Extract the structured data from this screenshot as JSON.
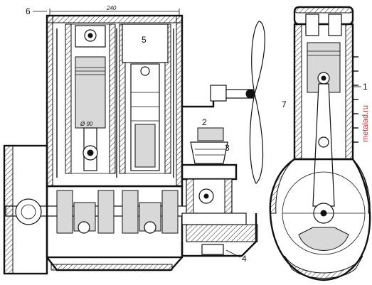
{
  "labels": {
    "l1": "1",
    "l2": "2",
    "l3": "3",
    "l4": "4",
    "l5": "5",
    "l6": "6",
    "l7": "7"
  },
  "dimension": "240",
  "watermark": "metalad.ru"
}
